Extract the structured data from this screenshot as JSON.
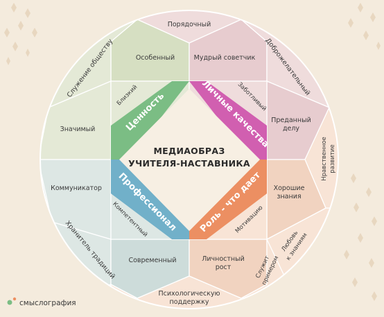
{
  "center_title": [
    "МЕДИАОБРАЗ",
    "УЧИТЕЛЯ-НАСТАВНИКА"
  ],
  "quadrants": {
    "value": "Ценность",
    "personal": "Личные качества",
    "professional": "Профессионал",
    "role": "Роль - что дает"
  },
  "items": {
    "poryadochny": "Порядочный",
    "osobenny": "Особенный",
    "mudry": "Мудрый советчик",
    "dobrozhelatelny": "Доброжелательный",
    "sluzhenie": "Служение обществу",
    "blizky": "Близкий",
    "zabotlivy": "Заботливый",
    "znachimy": "Значимый",
    "predanny": [
      "Преданный",
      "делу"
    ],
    "nravstvennoe": [
      "Нравственное",
      "развитие"
    ],
    "kommunikator": "Коммуникатор",
    "khoroshie": [
      "Хорошие",
      "знания"
    ],
    "kompetentny": "Компетентный",
    "motiviruyu": "Мотивацию",
    "lyubov": [
      "Любовь",
      "к знаниям"
    ],
    "khranitel": "Хранитель традиций",
    "sovremenny": "Современный",
    "lichnostny": [
      "Личностный",
      "рост"
    ],
    "sluzhit": [
      "Служит",
      "примером"
    ],
    "psikhologicheskuyu": [
      "Психологическую",
      "поддержку"
    ]
  },
  "logo_text": "смыслография",
  "colors": {
    "background": "#f4ebdd",
    "value": "#7bbd84",
    "personal": "#d15fb0",
    "professional": "#71b0c9",
    "role": "#ec8f62",
    "green_light": "#e4e9d6",
    "green_mid": "#d6dfc2",
    "pink_light": "#efdcdc",
    "pink_mid": "#e7cccf",
    "blue_light": "#dde7e4",
    "blue_mid": "#cddcda",
    "peach_light": "#f8e4d6",
    "peach_mid": "#f1d3c0"
  }
}
